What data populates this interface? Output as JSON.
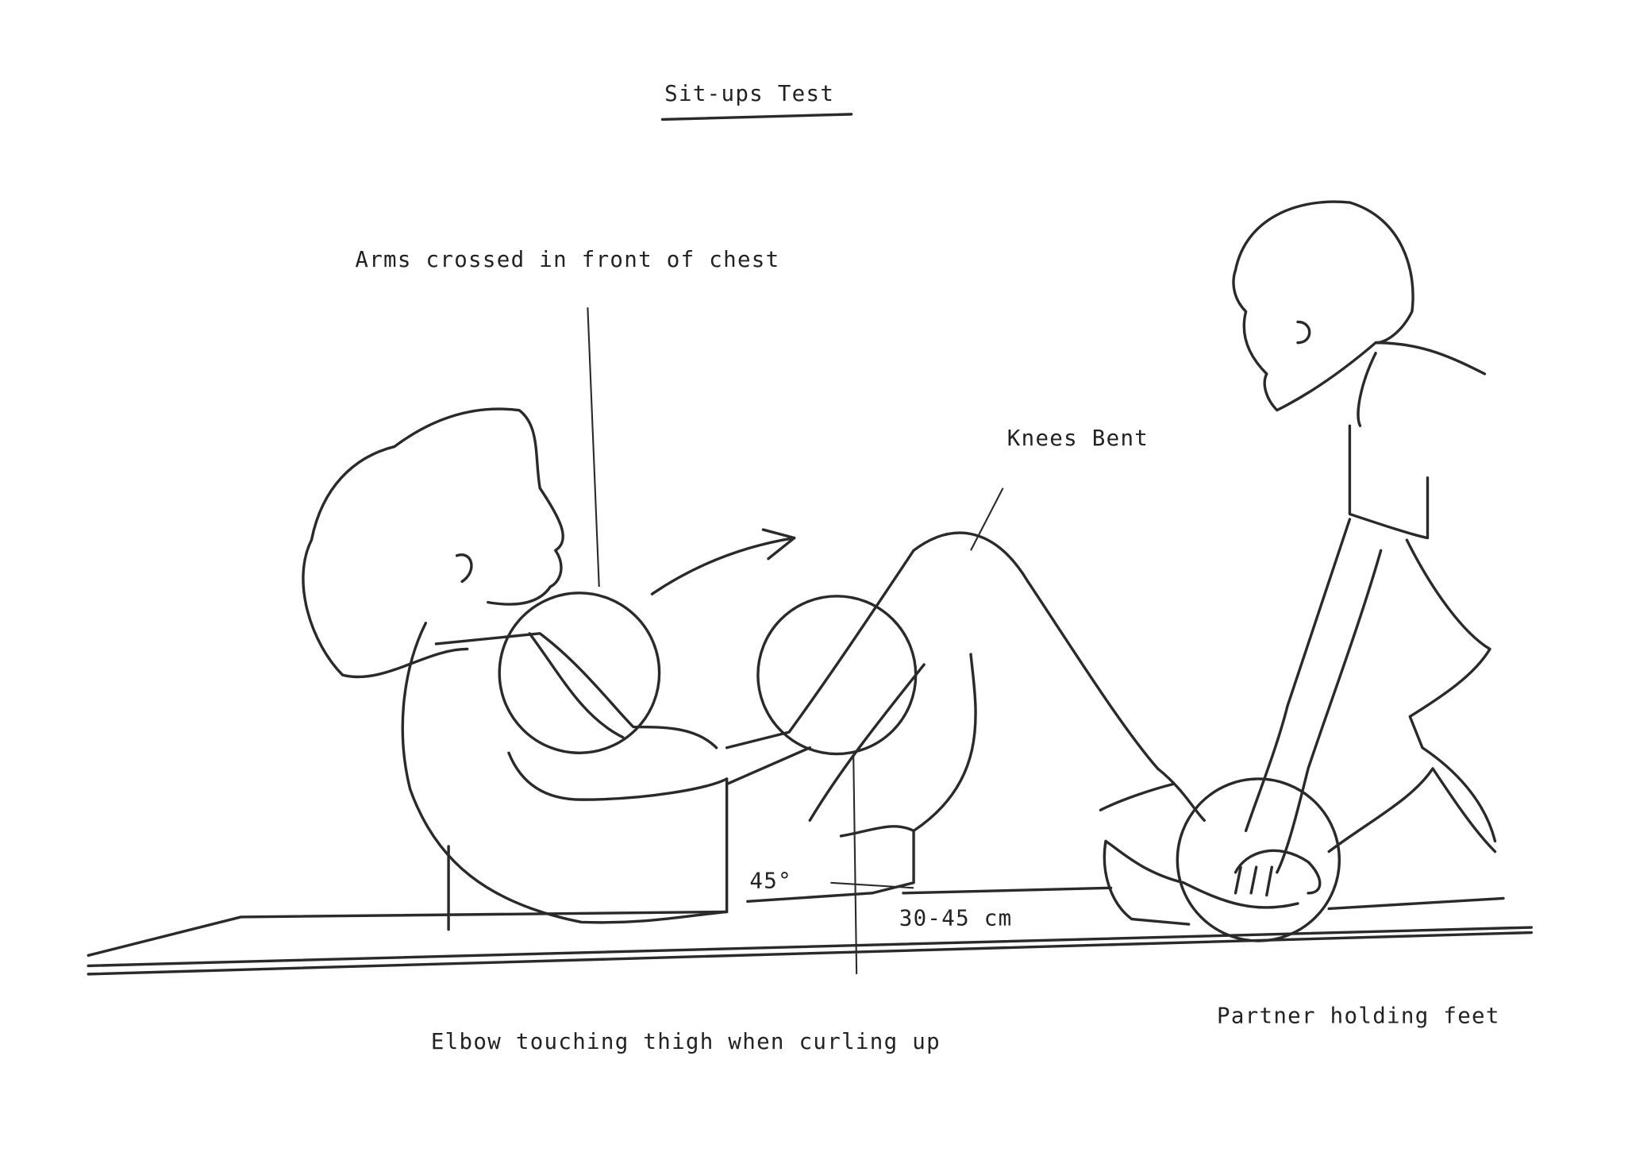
{
  "title": "Sit-ups Test",
  "labels": {
    "arms": "Arms crossed in front of chest",
    "knees": "Knees Bent",
    "angle": "45°",
    "distance": "30-45 cm",
    "elbow": "Elbow touching thigh when curling up",
    "partner": "Partner holding feet"
  }
}
